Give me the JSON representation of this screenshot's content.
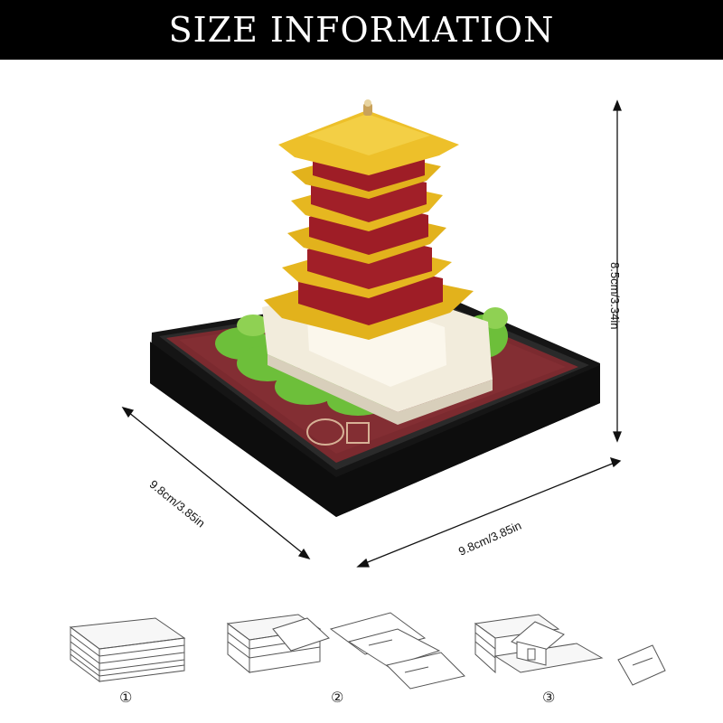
{
  "header": {
    "title": "SIZE INFORMATION"
  },
  "dimensions": {
    "height": "8.5cm/3.34in",
    "depth": "9.8cm/3.85in",
    "width": "9.8cm/3.85in"
  },
  "steps": [
    {
      "number": "①"
    },
    {
      "number": "②"
    },
    {
      "number": "③"
    }
  ],
  "colors": {
    "banner": "#000000",
    "roof_gold": "#e2b21c",
    "wall_red": "#9e1d26",
    "base_red": "#7d2a2e",
    "tray_black": "#1b1b1b",
    "tree_green": "#6dbf3a"
  }
}
